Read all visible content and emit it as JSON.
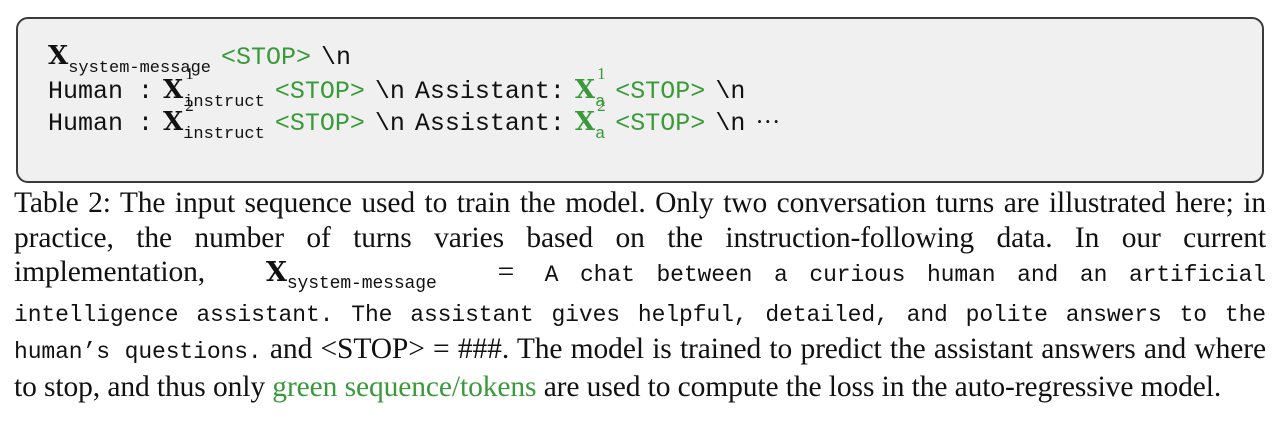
{
  "sequence": {
    "symbol": "X",
    "system_sub": "system-message",
    "stop_token": "<STOP>",
    "newline": "\\n",
    "human": "Human :",
    "instruct_sub": "instruct",
    "assistant": "Assistant:",
    "answer_sub": "a",
    "turn1": "1",
    "turn2": "2",
    "ellipsis": "···"
  },
  "caption": {
    "label": "Table 2:",
    "part1": "The input sequence used to train the model. Only two conversation turns are illustrated here; in practice, the number of turns varies based on the instruction-following data. In our current implementation,",
    "sym": "X",
    "sym_sub": "system-message",
    "equals": "=",
    "system_message_text": "A chat between a curious human and an artificial intelligence assistant. The assistant gives helpful, detailed, and polite answers to the human’s questions.",
    "and_text": "and",
    "stop_def": "<STOP> = ###.",
    "part2": "The model is trained to predict the assistant answers and where to stop, and thus only",
    "green_text": "green sequence/tokens",
    "part3": "are used to compute the loss in the auto-regressive model."
  },
  "colors": {
    "green": "#3a9a3a",
    "box_background": "#f0f0f0",
    "box_border": "#3a3a3a"
  }
}
